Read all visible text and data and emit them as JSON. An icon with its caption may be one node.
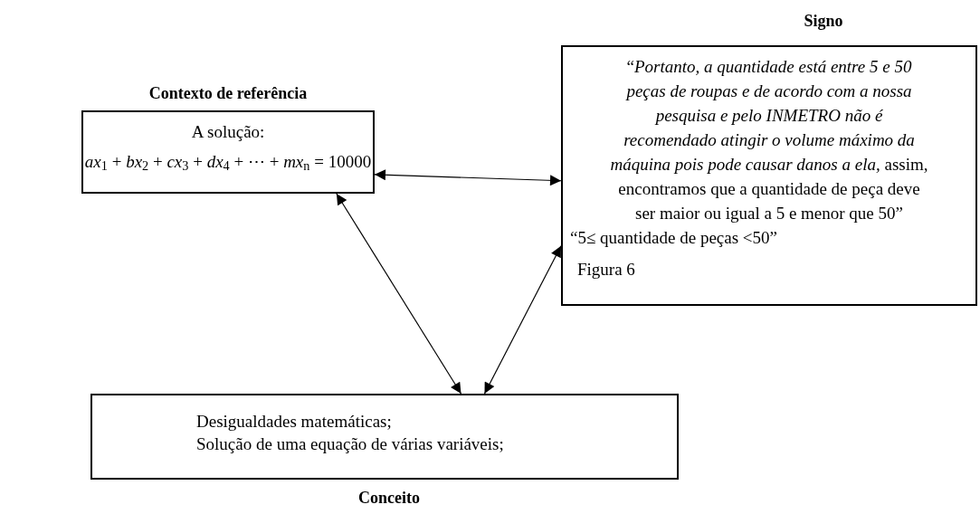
{
  "diagram": {
    "nodes": [
      {
        "text": [
          "Contexto de referência",
          "A solução:",
          "*ax*$_{1}$ + *bx*$_{2}$ + *cx*$_{3}$ + *dx*$_{4}$ + ⋯ + *mx*$_{n}$ = 10000"
        ]
      },
      {
        "text": [
          "Signo",
          "“*Portanto, a quantidade está entre 5 e 50 peças de roupas e de acordo com a nossa pesquisa e pelo INMETRO não é recomendado atingir o volume máximo da máquina pois pode causar danos a ela,* assim, encontramos que a quantidade de peça deve ser maior ou igual a 5 e menor que 50”",
          "“5≤ quantidade de peças <50”",
          "Figura 6"
        ]
      },
      {
        "text": [
          "Desigualdades matemáticas;",
          "Solução de uma equação de várias variáveis;",
          "Conceito"
        ]
      }
    ],
    "edges": [
      {
        "from": 0,
        "to": 1,
        "arrow": "both"
      },
      {
        "from": 0,
        "to": 2,
        "arrow": "both"
      },
      {
        "from": 1,
        "to": 2,
        "arrow": "both"
      }
    ]
  }
}
